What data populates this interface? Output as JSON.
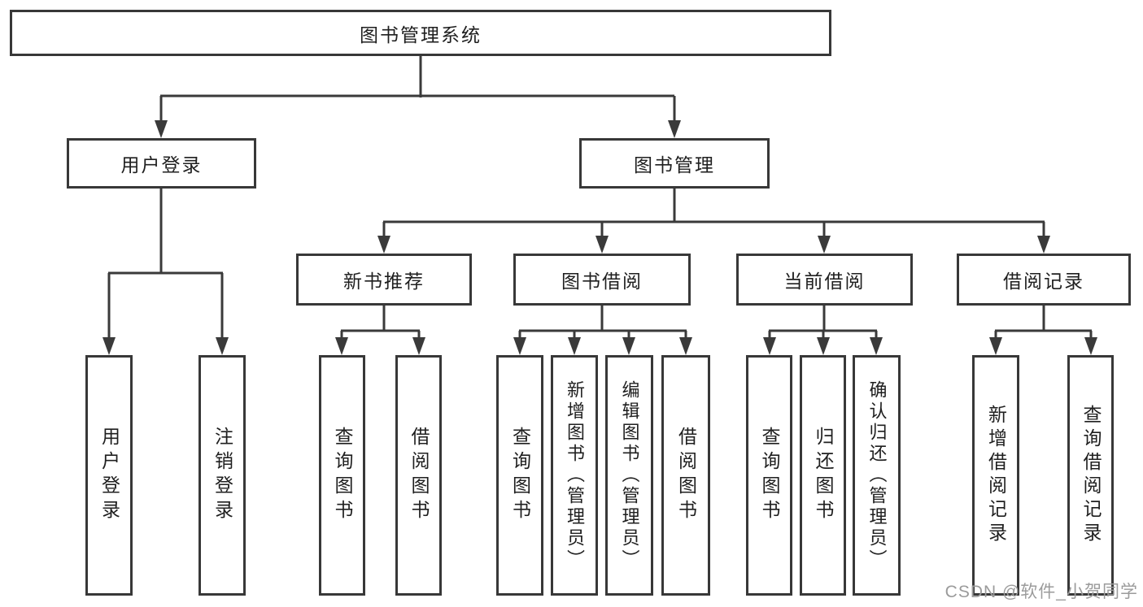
{
  "tree": {
    "root": "图书管理系统",
    "branches": [
      {
        "label": "用户登录",
        "children": [
          "用户登录",
          "注销登录"
        ]
      },
      {
        "label": "图书管理",
        "groups": [
          {
            "label": "新书推荐",
            "children": [
              "查询图书",
              "借阅图书"
            ]
          },
          {
            "label": "图书借阅",
            "children": [
              "查询图书",
              "新增图书（管理员）",
              "编辑图书（管理员）",
              "借阅图书"
            ]
          },
          {
            "label": "当前借阅",
            "children": [
              "查询图书",
              "归还图书",
              "确认归还（管理员）"
            ]
          },
          {
            "label": "借阅记录",
            "children": [
              "新增借阅记录",
              "查询借阅记录"
            ]
          }
        ]
      }
    ]
  },
  "watermark": "CSDN @软件_小贺同学",
  "colors": {
    "line": "#3a3a3a",
    "border": "#383838",
    "text": "#1f1f1f",
    "watermark": "#9b9b9b",
    "background": "#ffffff"
  }
}
